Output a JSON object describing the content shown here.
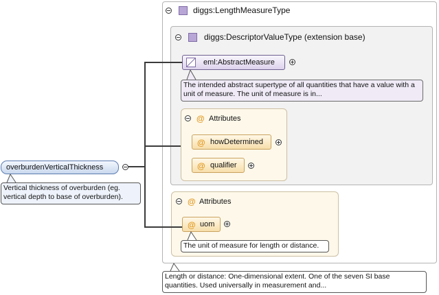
{
  "outer_type": {
    "title": "diggs:LengthMeasureType",
    "doc": "Length or distance: One-dimensional extent. One of the seven SI base quantities. Used universally in measurement and..."
  },
  "extension": {
    "title": "diggs:DescriptorValueType (extension base)"
  },
  "abstract_measure": {
    "label": "eml:AbstractMeasure",
    "doc": "The intended abstract supertype of all quantities that have a value with a unit of measure. The unit of measure is in..."
  },
  "inner_attributes": {
    "title": "Attributes",
    "items": [
      {
        "label": "howDetermined"
      },
      {
        "label": "qualifier"
      }
    ]
  },
  "outer_attributes": {
    "title": "Attributes",
    "uom": {
      "label": "uom",
      "doc": "The unit of measure for length or distance."
    }
  },
  "root_element": {
    "label": "overburdenVerticalThickness",
    "doc": "Vertical thickness of overburden (eg. vertical depth to base of overburden)."
  },
  "colors": {
    "type_icon": "#b8a6d6",
    "attribute_at": "#e29a24",
    "element_fill": "#c9d8ee",
    "attribute_fill": "#f7deaa",
    "abstract_fill": "#ddd3ec"
  }
}
